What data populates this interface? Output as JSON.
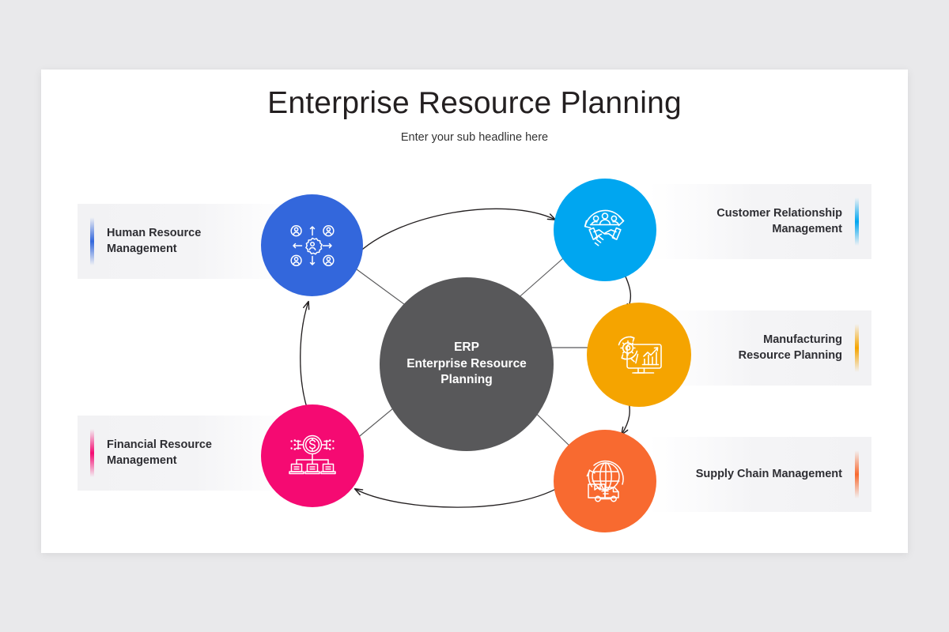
{
  "header": {
    "title": "Enterprise Resource Planning",
    "subtitle": "Enter your sub headline here"
  },
  "hub": {
    "label": "ERP\nEnterprise Resource\nPlanning",
    "color": "#58585a"
  },
  "nodes": [
    {
      "id": "human-resource-management",
      "label": "Human Resource\nManagement",
      "color": "#3367dc",
      "icon": "people-gear-icon",
      "side": "left"
    },
    {
      "id": "customer-relationship-management",
      "label": "Customer Relationship\nManagement",
      "color": "#00a6f0",
      "icon": "handshake-people-icon",
      "side": "right"
    },
    {
      "id": "manufacturing-resource-planning",
      "label": "Manufacturing\nResource Planning",
      "color": "#f5a400",
      "icon": "monitor-gear-chart-icon",
      "side": "right"
    },
    {
      "id": "supply-chain-management",
      "label": "Supply Chain Management",
      "color": "#f86a30",
      "icon": "globe-truck-icon",
      "side": "right"
    },
    {
      "id": "financial-resource-management",
      "label": "Financial Resource\nManagement",
      "color": "#f50a72",
      "icon": "dollar-network-icon",
      "side": "left"
    }
  ],
  "connectors": {
    "arrow_color": "#231f20",
    "spoke_color": "#58585a"
  }
}
